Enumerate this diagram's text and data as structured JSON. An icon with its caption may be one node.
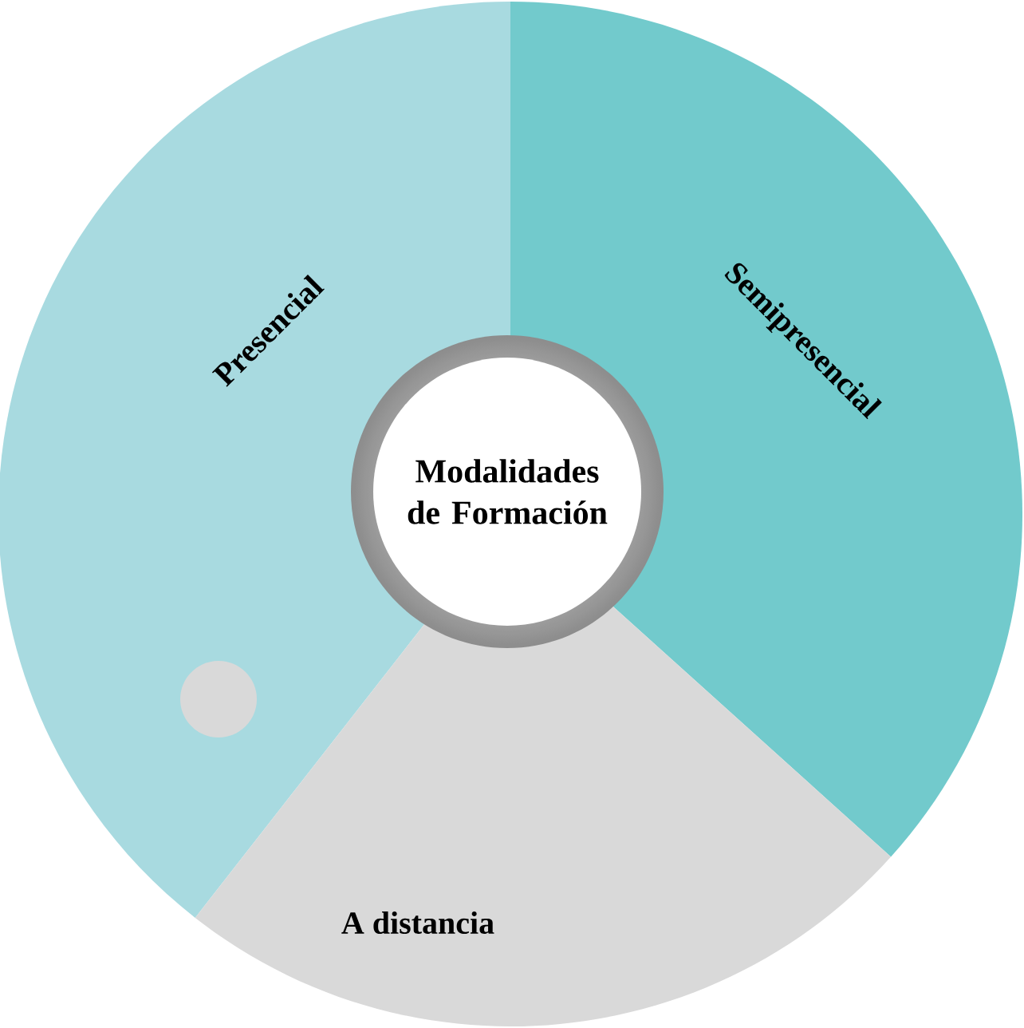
{
  "diagram": {
    "nodes": [
      {
        "text": [
          "Presencial"
        ]
      },
      {
        "text": [
          "Semipresencial"
        ]
      },
      {
        "text": [
          "Modalidades de Formación"
        ]
      },
      {
        "text": [
          "A distancia"
        ]
      }
    ]
  }
}
